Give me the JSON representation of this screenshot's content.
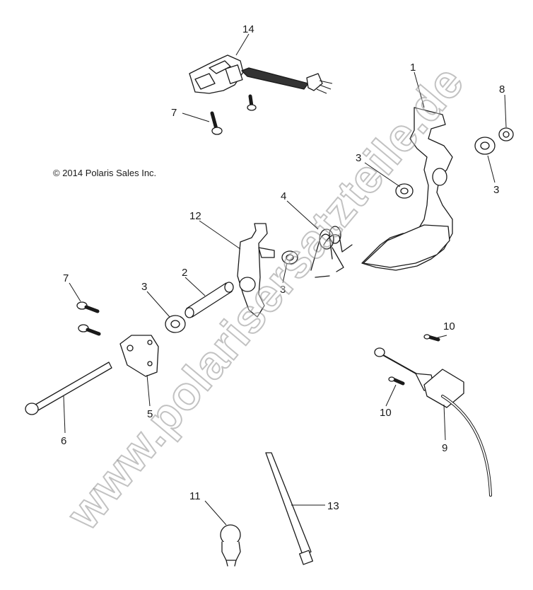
{
  "diagram": {
    "copyright": "© 2014 Polaris Sales Inc.",
    "watermark": "www.polarisersatzteile.de",
    "callouts": [
      {
        "id": "1",
        "text": "1"
      },
      {
        "id": "2",
        "text": "2"
      },
      {
        "id": "3a",
        "text": "3"
      },
      {
        "id": "3b",
        "text": "3"
      },
      {
        "id": "3c",
        "text": "3"
      },
      {
        "id": "3d",
        "text": "3"
      },
      {
        "id": "4",
        "text": "4"
      },
      {
        "id": "5",
        "text": "5"
      },
      {
        "id": "6",
        "text": "6"
      },
      {
        "id": "7a",
        "text": "7"
      },
      {
        "id": "7b",
        "text": "7"
      },
      {
        "id": "8",
        "text": "8"
      },
      {
        "id": "9",
        "text": "9"
      },
      {
        "id": "10a",
        "text": "10"
      },
      {
        "id": "10b",
        "text": "10"
      },
      {
        "id": "11",
        "text": "11"
      },
      {
        "id": "12",
        "text": "12"
      },
      {
        "id": "13",
        "text": "13"
      },
      {
        "id": "14",
        "text": "14"
      }
    ]
  }
}
